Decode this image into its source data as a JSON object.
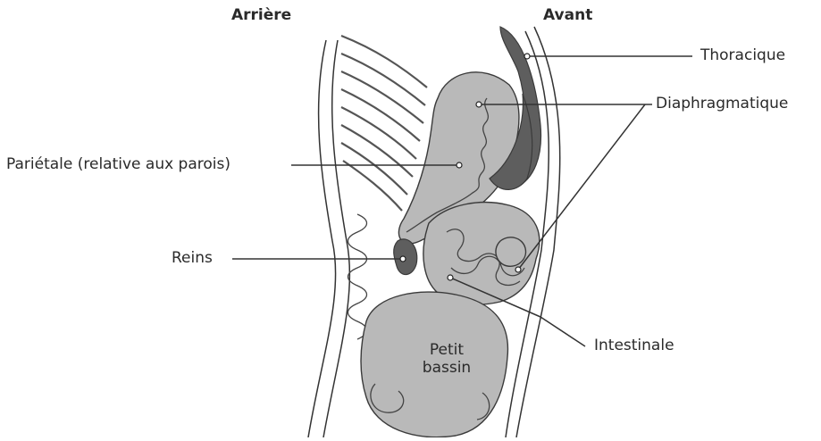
{
  "headers": {
    "back": "Arrière",
    "front": "Avant"
  },
  "labels": {
    "thoracic": "Thoracique",
    "diaphragmatic": "Diaphragmatique",
    "parietal": "Pariétale (relative aux parois)",
    "kidneys": "Reins",
    "intestinal": "Intestinale",
    "pelvis_line1": "Petit",
    "pelvis_line2": "bassin"
  },
  "colors": {
    "organ_fill": "#b9b9b9",
    "dark_fill": "#5e5e5e",
    "outline": "#333333"
  }
}
